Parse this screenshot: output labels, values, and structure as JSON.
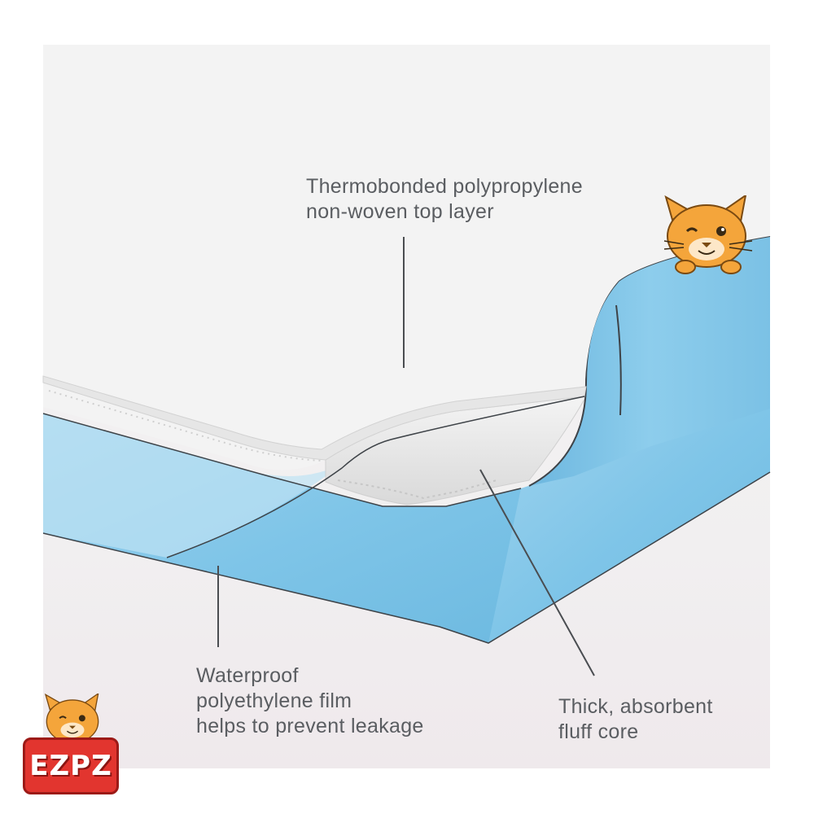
{
  "labels": {
    "top_layer": [
      "Thermobonded polypropylene",
      "non-woven top layer"
    ],
    "film": [
      "Waterproof",
      "polyethylene film",
      "helps to prevent leakage"
    ],
    "core": [
      "Thick, absorbent",
      "fluff core"
    ]
  },
  "logo": {
    "text": "EZPZ",
    "mascot_icon": "cat-mascot-icon"
  },
  "colors": {
    "panel_background": "#f2f2f2",
    "film_blue": "#7cc4e6",
    "core_white": "#e9e9e9",
    "label_text": "#5a5d61",
    "logo_red": "#e2352f",
    "cat_orange": "#f4a53b"
  }
}
